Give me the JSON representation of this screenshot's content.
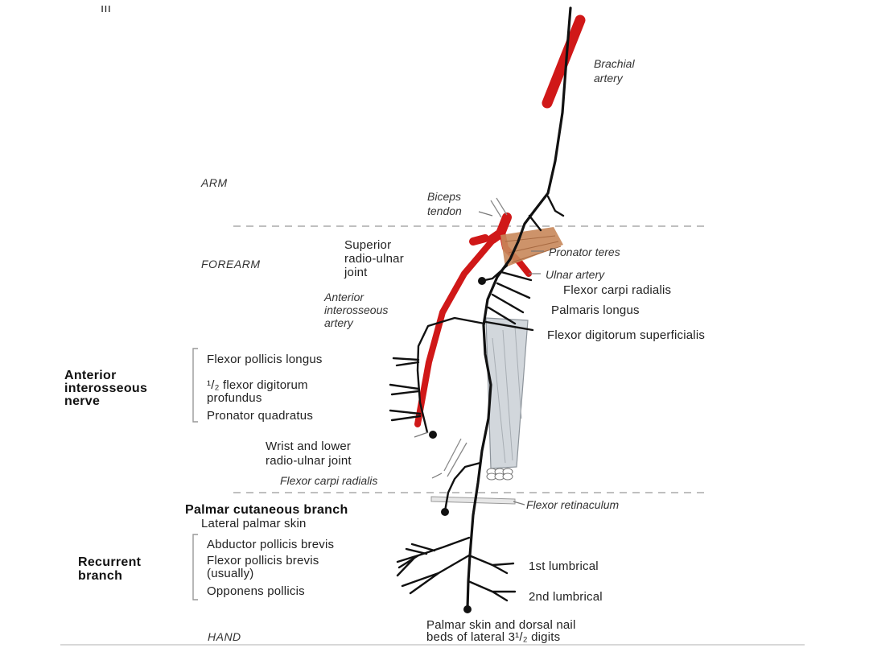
{
  "corner_mark": "ııı",
  "regions": {
    "arm": "ARM",
    "forearm": "FOREARM",
    "hand": "HAND"
  },
  "labels": {
    "brachial_artery": [
      "Brachial",
      "artery"
    ],
    "biceps_tendon": [
      "Biceps",
      "tendon"
    ],
    "superior_radio_ulnar_joint": [
      "Superior",
      "radio-ulnar",
      "joint"
    ],
    "pronator_teres": "Pronator teres",
    "ulnar_artery": "Ulnar artery",
    "flexor_carpi_radialis_upper": "Flexor carpi radialis",
    "palmaris_longus": "Palmaris longus",
    "flexor_digitorum_superficialis": "Flexor digitorum superficialis",
    "anterior_interosseous_artery": [
      "Anterior",
      "interosseous",
      "artery"
    ],
    "flexor_pollicis_longus": "Flexor pollicis longus",
    "half_flexor_digitorum_profundus": [
      "¹/₂ flexor digitorum",
      "profundus"
    ],
    "pronator_quadratus": "Pronator quadratus",
    "wrist_lower_radio_ulnar_joint": [
      "Wrist and lower",
      "radio-ulnar joint"
    ],
    "flexor_carpi_radialis_lower": "Flexor carpi radialis",
    "flexor_retinaculum": "Flexor retinaculum",
    "palmar_cutaneous_branch": "Palmar cutaneous branch",
    "lateral_palmar_skin": "Lateral palmar skin",
    "abductor_pollicis_brevis": "Abductor pollicis brevis",
    "flexor_pollicis_brevis": [
      "Flexor pollicis brevis",
      "(usually)"
    ],
    "opponens_pollicis": "Opponens pollicis",
    "first_lumbrical": "1st lumbrical",
    "second_lumbrical": "2nd lumbrical",
    "palmar_skin_digits": [
      "Palmar skin and dorsal nail",
      "beds of lateral 3¹/₂ digits"
    ]
  },
  "groups": {
    "anterior_interosseous_nerve": [
      "Anterior",
      "interosseous",
      "nerve"
    ],
    "recurrent_branch": [
      "Recurrent",
      "branch"
    ]
  },
  "colors": {
    "artery": "#d01818",
    "nerve": "#111111",
    "pronator_teres_muscle": "#c8875a",
    "flexor_muscle": "#d2d7dc"
  }
}
